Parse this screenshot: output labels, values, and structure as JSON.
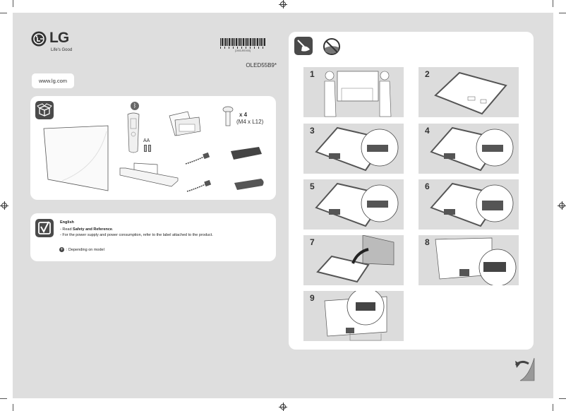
{
  "brand": {
    "logo_text": "LG",
    "tagline": "Life's Good"
  },
  "barcode": {
    "revision": "[1903-REV00]"
  },
  "model": "OLED55B9*",
  "website": "www.lg.com",
  "box_contents": {
    "screws_count": "x 4",
    "screws_size": "(M4 x L12)",
    "batteries": "AA"
  },
  "note": {
    "language": "English",
    "line1_prefix": "- Read ",
    "line1_bold": "Safety and Reference",
    "line1_suffix": ".",
    "line2": "- For the power supply and power consumption, refer to the label attached to the product.",
    "depending": ": Depending on model"
  },
  "steps": [
    "1",
    "2",
    "3",
    "4",
    "5",
    "6",
    "7",
    "8",
    "9"
  ],
  "icons": {
    "cleaning": "cleaning-cloth-icon",
    "no_spray": "no-spray-icon",
    "turn_page": "turn-page-icon",
    "bluetooth": "bluetooth-icon",
    "check": "checkbox-icon",
    "plus": "plus-circle-icon",
    "box": "box-icon"
  }
}
